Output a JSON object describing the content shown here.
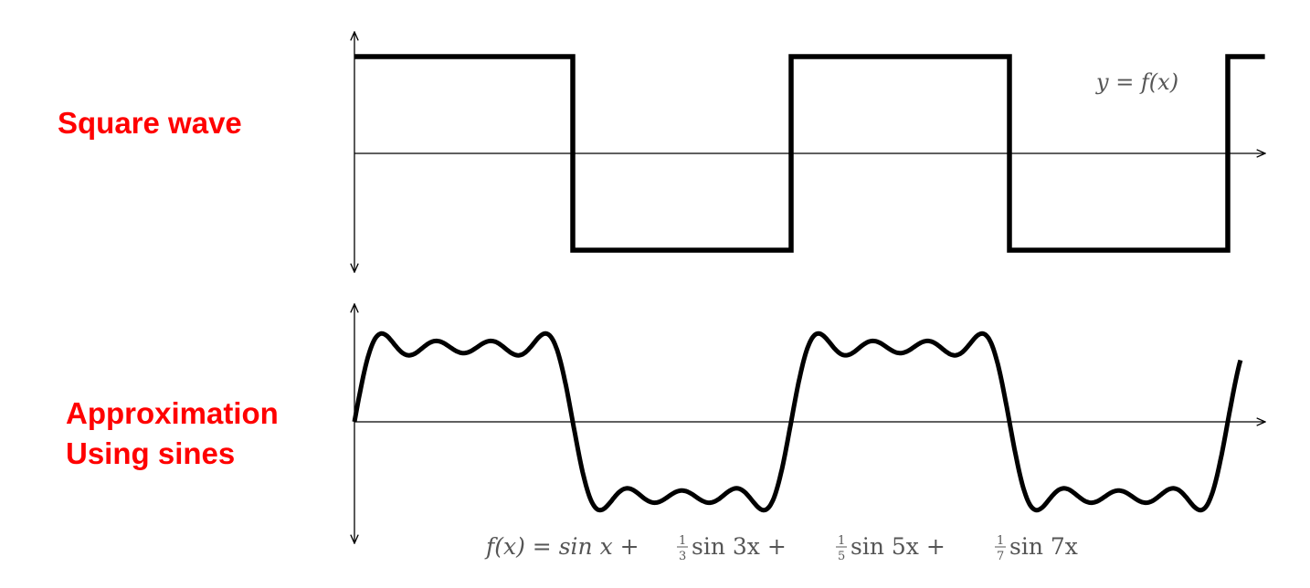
{
  "labels": {
    "square_wave": "Square wave",
    "approx_line1": "Approximation",
    "approx_line2": "Using sines"
  },
  "chart_data": [
    {
      "type": "line",
      "title": "Square wave",
      "annotation": "y = f(x)",
      "x_range_pi": [
        0,
        4.17
      ],
      "ylim": [
        -1,
        1
      ],
      "transitions_pi": [
        1,
        2,
        3,
        4
      ],
      "levels": [
        1,
        -1
      ],
      "color": "#000000"
    },
    {
      "type": "line",
      "title": "Approximation Using sines",
      "formula": "f(x) = sin x + 1/3 sin 3x + 1/5 sin 5x + 1/7 sin 7x",
      "formula_parts": {
        "f": "f(x) = sin x +",
        "t1n": "1",
        "t1d": "3",
        "t1": "sin 3x +",
        "t2n": "1",
        "t2d": "5",
        "t2": "sin 5x +",
        "t3n": "1",
        "t3d": "7",
        "t3": "sin 7x"
      },
      "harmonics": [
        1,
        3,
        5,
        7
      ],
      "coefficients": [
        1,
        0.3333,
        0.2,
        0.142857
      ],
      "x_range_pi": [
        0,
        4.058
      ],
      "color": "#000000"
    }
  ]
}
